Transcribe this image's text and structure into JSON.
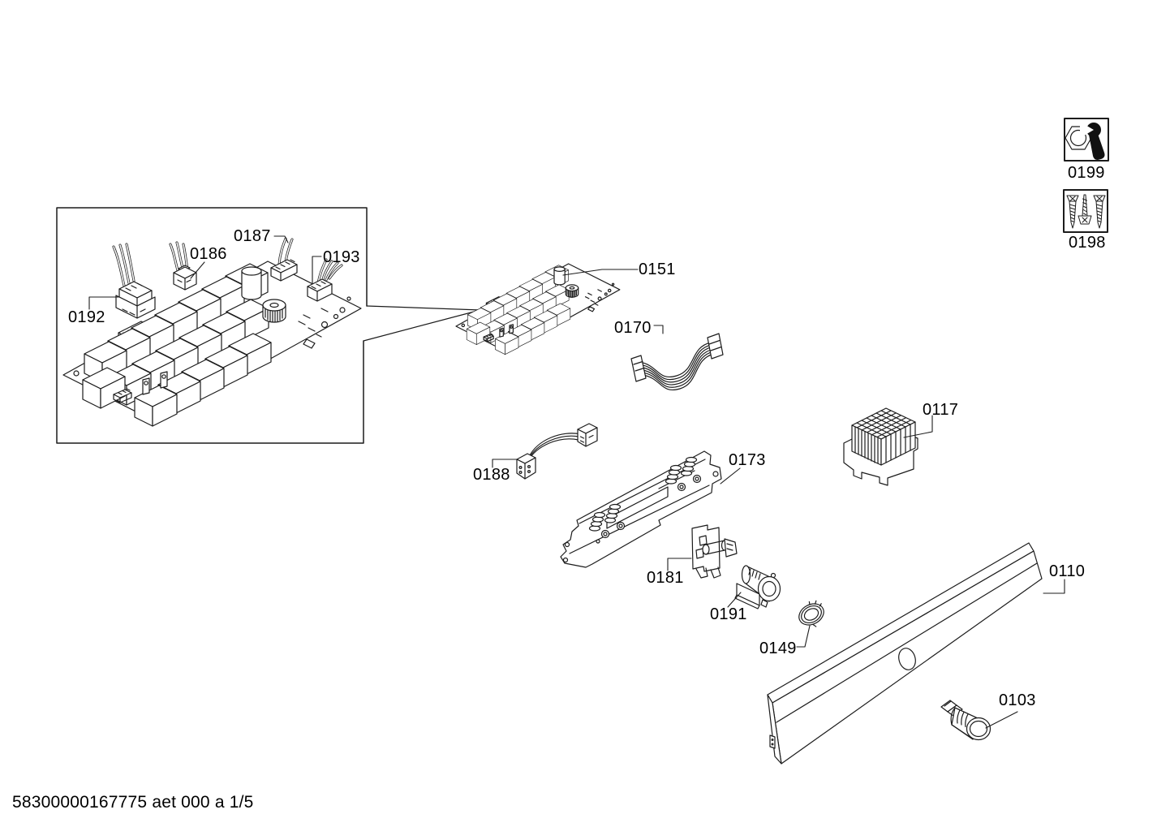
{
  "doc": {
    "footer_code": "58300000167775 aet 000 a 1/5"
  },
  "callouts": {
    "0103": "0103",
    "0110": "0110",
    "0117": "0117",
    "0149": "0149",
    "0151": "0151",
    "0170": "0170",
    "0173": "0173",
    "0181": "0181",
    "0186": "0186",
    "0187": "0187",
    "0188": "0188",
    "0191": "0191",
    "0192": "0192",
    "0193": "0193",
    "0198": "0198",
    "0199": "0199"
  },
  "icons": {
    "tools": "wrench-and-nut-icon",
    "screws": "screws-icon"
  },
  "colors": {
    "line": "#1c1c1c",
    "background": "#ffffff"
  }
}
